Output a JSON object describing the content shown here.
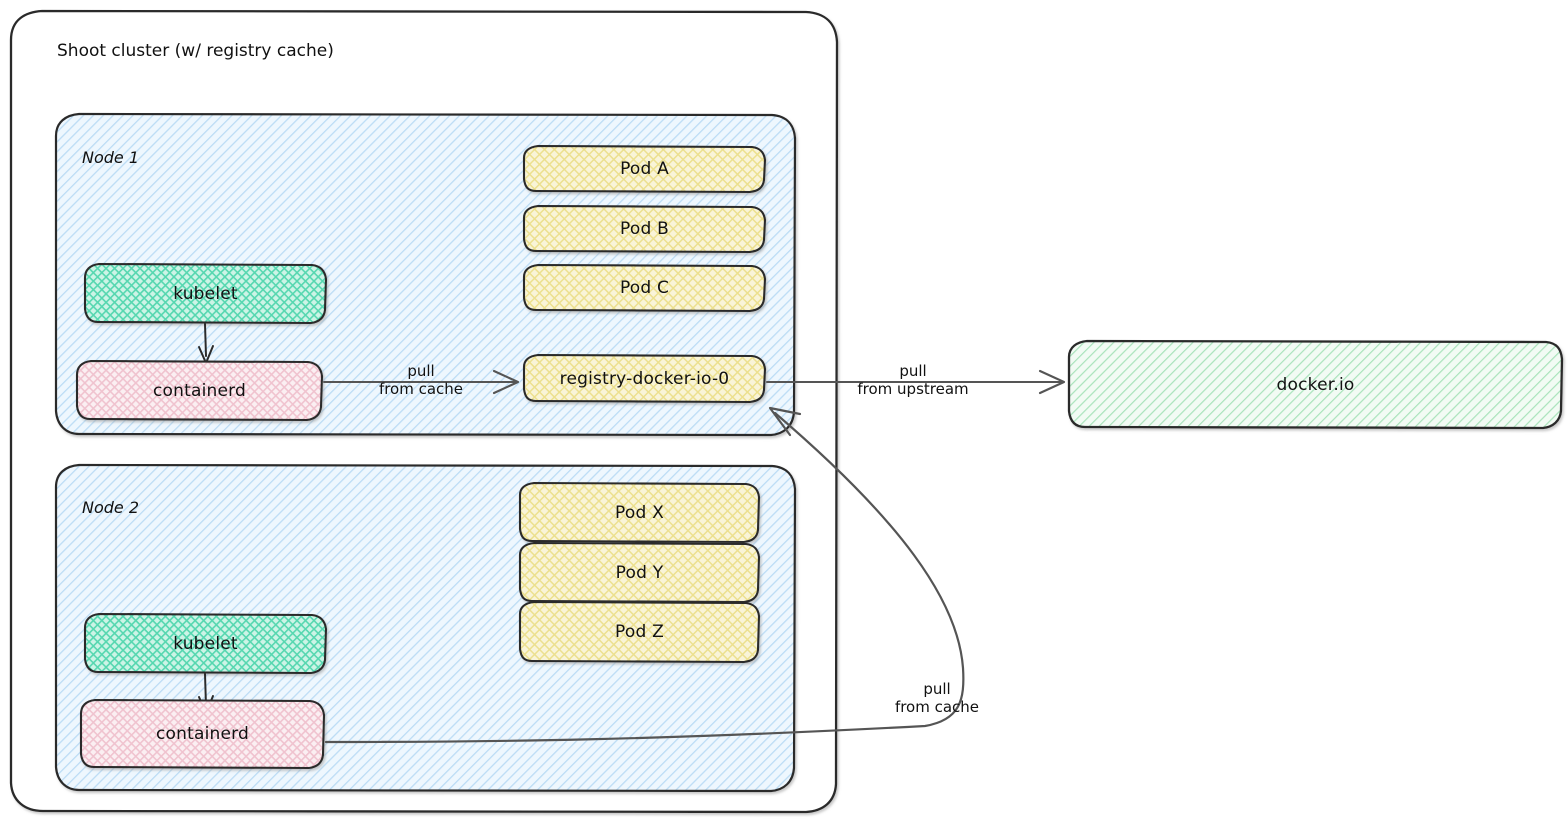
{
  "diagram": {
    "title": "Shoot cluster (w/ registry cache)",
    "style": "hand-drawn architecture diagram",
    "background": "#ffffff",
    "stroke": "#2b2b2b",
    "arrow_stroke": "#555555"
  },
  "outer_container": {
    "label": "Shoot cluster (w/ registry cache)",
    "fill": "#ffffff",
    "stroke": "#2b2b2b"
  },
  "nodes": [
    {
      "id": "node-1",
      "label": "Node 1",
      "fill": "#e8f3fd",
      "hatch": "#bcdcf5",
      "components": [
        {
          "id": "kubelet-1",
          "label": "kubelet",
          "fill": "#7fe3c4",
          "hatch": "#3ecfa3"
        },
        {
          "id": "containerd-1",
          "label": "containerd",
          "fill": "#f7dfe4",
          "hatch": "#edb9c6"
        }
      ],
      "pods": [
        {
          "id": "pod-a",
          "label": "Pod A",
          "fill": "#f6f0cd",
          "hatch": "#e8d98a"
        },
        {
          "id": "pod-b",
          "label": "Pod B",
          "fill": "#f6f0cd",
          "hatch": "#e8d98a"
        },
        {
          "id": "pod-c",
          "label": "Pod C",
          "fill": "#f6f0cd",
          "hatch": "#e8d98a"
        }
      ],
      "cache": {
        "id": "registry-cache",
        "label": "registry-docker-io-0",
        "fill": "#f6f0cd",
        "hatch": "#e8d98a"
      }
    },
    {
      "id": "node-2",
      "label": "Node 2",
      "fill": "#e8f3fd",
      "hatch": "#bcdcf5",
      "components": [
        {
          "id": "kubelet-2",
          "label": "kubelet",
          "fill": "#7fe3c4",
          "hatch": "#3ecfa3"
        },
        {
          "id": "containerd-2",
          "label": "containerd",
          "fill": "#f7dfe4",
          "hatch": "#edb9c6"
        }
      ],
      "pods": [
        {
          "id": "pod-x",
          "label": "Pod X",
          "fill": "#f6f0cd",
          "hatch": "#e8d98a"
        },
        {
          "id": "pod-y",
          "label": "Pod Y",
          "fill": "#f6f0cd",
          "hatch": "#e8d98a"
        },
        {
          "id": "pod-z",
          "label": "Pod Z",
          "fill": "#f6f0cd",
          "hatch": "#e8d98a"
        }
      ]
    }
  ],
  "upstream": {
    "id": "docker-io",
    "label": "docker.io",
    "fill": "#eaf8ee",
    "hatch": "#a9e3bb"
  },
  "edges": [
    {
      "id": "edge-pull-from-cache-node1",
      "line1": "pull",
      "line2": "from cache"
    },
    {
      "id": "edge-pull-from-upstream",
      "line1": "pull",
      "line2": "from upstream"
    },
    {
      "id": "edge-pull-from-cache-node2",
      "line1": "pull",
      "line2": "from cache"
    }
  ]
}
